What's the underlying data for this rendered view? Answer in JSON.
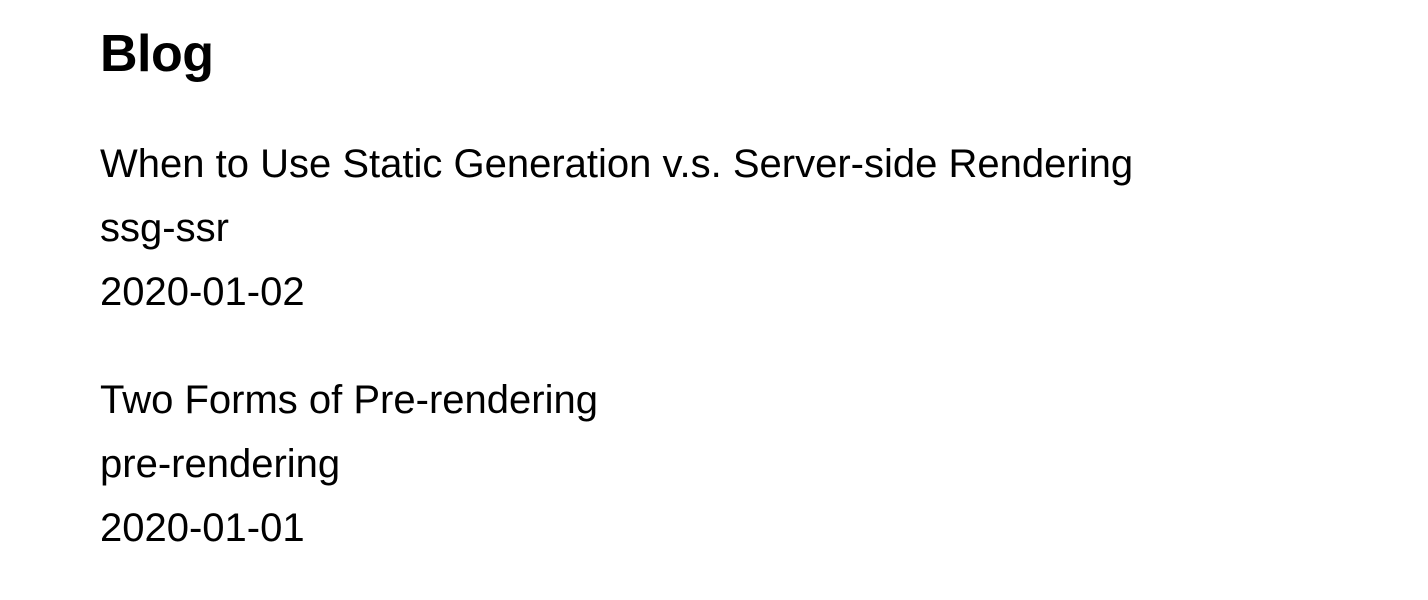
{
  "header": {
    "title": "Blog"
  },
  "posts": [
    {
      "title": "When to Use Static Generation v.s. Server-side Rendering",
      "id": "ssg-ssr",
      "date": "2020-01-02"
    },
    {
      "title": "Two Forms of Pre-rendering",
      "id": "pre-rendering",
      "date": "2020-01-01"
    }
  ]
}
